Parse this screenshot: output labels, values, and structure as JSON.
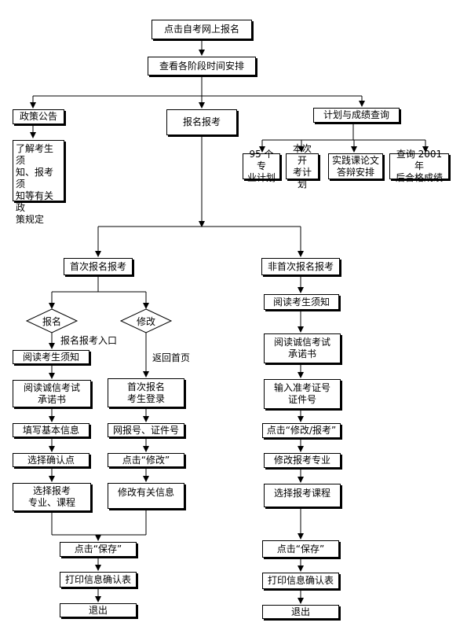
{
  "nodes": {
    "start": "点击自考网上报名",
    "schedule": "查看各阶段时间安排",
    "policy": "政策公告",
    "policy_detail": "了解考生须\n知、报考须\n知等有关政\n策规定",
    "register": "报名报考",
    "plan": "计划与成绩查询",
    "plan_95": "95 个专\n业计划",
    "plan_exam": "本次开\n考计划",
    "plan_thesis": "实践课论文\n答辩安排",
    "plan_2001": "查询 2001 年\n后合格成绩",
    "first_time": "首次报名报考",
    "non_first": "非首次报名报考",
    "decision_register": "报名",
    "decision_modify": "修改",
    "label_entry": "报名报考入口",
    "label_return": "返回首页",
    "f_read_notice": "阅读考生须知",
    "f_read_pledge": "阅读诚信考试\n承诺书",
    "f_fill_info": "填写基本信息",
    "f_choose_point": "选择确认点",
    "f_choose_course": "选择报考\n专业、课程",
    "m_login": "首次报名\n考生登录",
    "m_id": "网报号、证件号",
    "m_click_modify": "点击“修改”",
    "m_modify_info": "修改有关信息",
    "f_save": "点击“保存”",
    "f_print": "打印信息确认表",
    "f_exit": "退出",
    "n_read_notice": "阅读考生须知",
    "n_read_pledge": "阅读诚信考试\n承诺书",
    "n_enter_id": "输入准考证号\n证件号",
    "n_click_modify": "点击“修改/报考”",
    "n_modify_major": "修改报考专业",
    "n_choose_course": "选择报考课程",
    "n_save": "点击“保存”",
    "n_print": "打印信息确认表",
    "n_exit": "退出"
  }
}
